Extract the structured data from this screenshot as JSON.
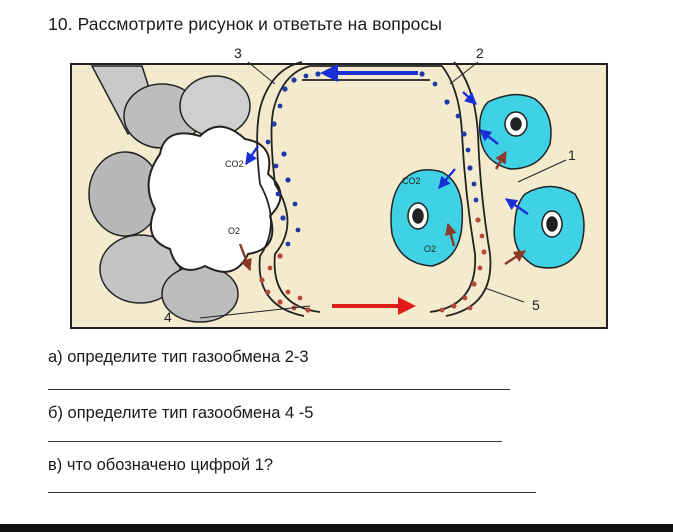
{
  "task": {
    "title": "10. Рассмотрите рисунок и ответьте на вопросы"
  },
  "figure": {
    "labels": {
      "n1": "1",
      "n2": "2",
      "n3": "3",
      "n4": "4",
      "n5": "5",
      "co2_alveolus": "CO2",
      "o2_alveolus": "O2",
      "co2_tissue": "CO2",
      "o2_tissue": "O2"
    },
    "colors": {
      "background": "#f4ebcf",
      "tissue_cell": "#3fd2e4",
      "venous_arrow": "#1a2fd8",
      "arterial_arrow": "#e11a1a",
      "red_cell": "#b84a3c",
      "blue_cell": "#1b3aa6",
      "o2_arrow": "#8b3a2a"
    }
  },
  "questions": [
    {
      "text": "а) определите тип газообмена 2-3"
    },
    {
      "text": "б) определите тип газообмена 4 -5"
    },
    {
      "text": "в) что обозначено цифрой 1?"
    }
  ]
}
